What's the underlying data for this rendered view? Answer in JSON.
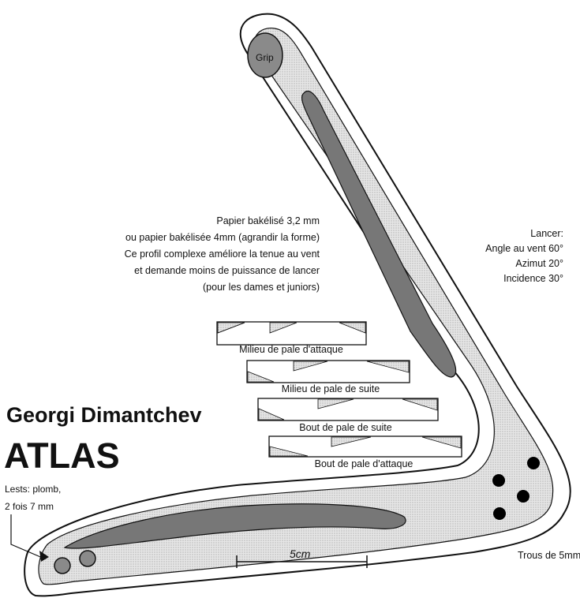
{
  "grip_label": "Grip",
  "material_notes": [
    "Papier bakélisé 3,2 mm",
    "ou papier bakélisée 4mm (agrandir la forme)",
    "Ce profil complexe améliore la tenue au vent",
    "et demande moins de puissance de lancer",
    "(pour les dames et juniors)"
  ],
  "launch": {
    "title": "Lancer:",
    "angle": "Angle au vent 60°",
    "azimuth": "Azimut 20°",
    "incidence": "Incidence 30°"
  },
  "profiles": [
    "Milieu de pale d'attaque",
    "Milieu de pale de suite",
    "Bout de pale de suite",
    "Bout de pale d'attaque"
  ],
  "author": "Georgi Dimantchev",
  "model": "ATLAS",
  "weights_note": [
    "Lests: plomb,",
    "2  fois 7 mm"
  ],
  "holes_note": "Trous de 5mm",
  "scale_label": "5cm"
}
